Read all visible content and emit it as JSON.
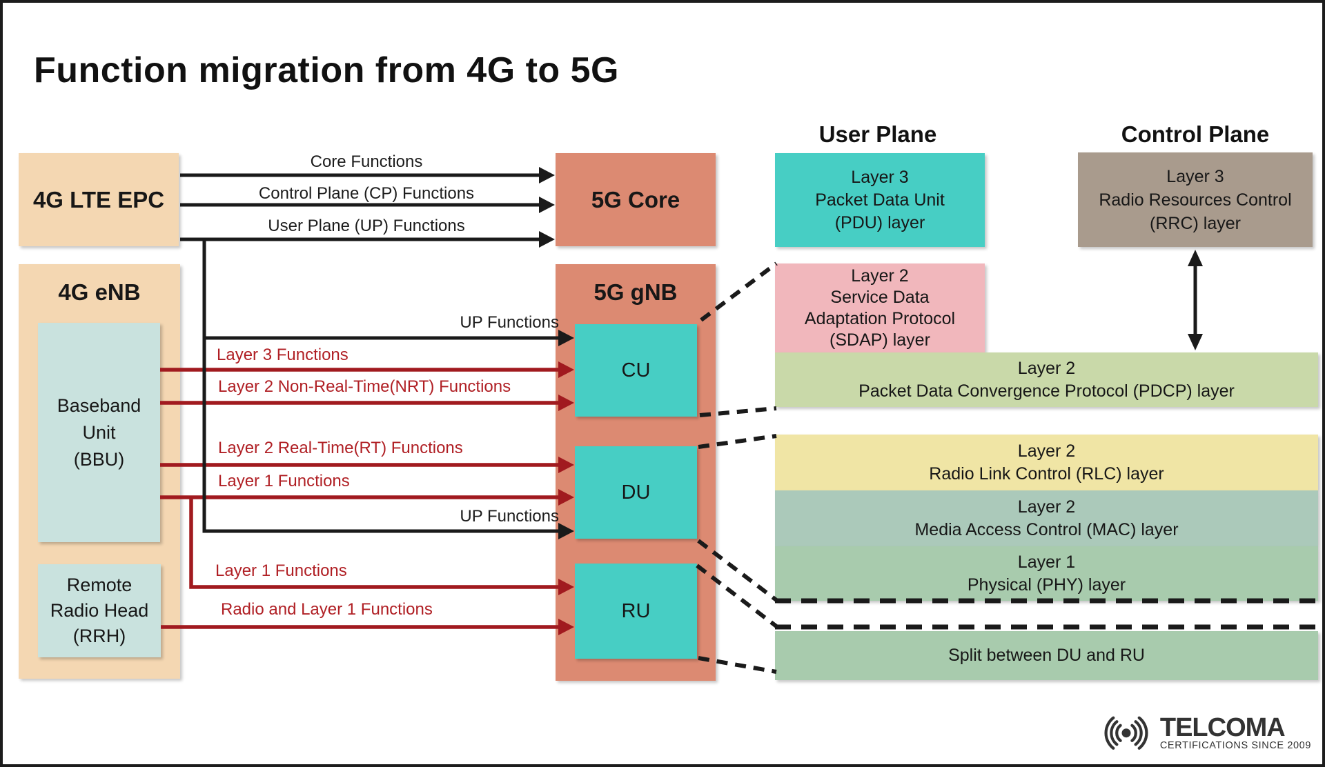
{
  "title": "Function migration from 4G to 5G",
  "colors": {
    "peach": "#f4d7b2",
    "salmon": "#dc8a72",
    "teal": "#47cec4",
    "cyanbox": "#c9e2de",
    "pink": "#f1b7bc",
    "pdcp": "#c9d9a9",
    "rlc": "#f0e5a5",
    "mac": "#abc9ba",
    "phy": "#a8cbad",
    "taupe": "#a99b8d",
    "ink": "#1a1a1a",
    "redline": "#a11a1f",
    "redtext": "#b01f24"
  },
  "left_column": {
    "epc_label": "4G LTE EPC",
    "enb_label": "4G eNB",
    "bbu": {
      "lines": [
        "Baseband",
        "Unit",
        "(BBU)"
      ]
    },
    "rrh": {
      "lines": [
        "Remote",
        "Radio Head",
        "(RRH)"
      ]
    }
  },
  "mid_column": {
    "core_label": "5G Core",
    "gnb_label": "5G gNB",
    "cu_label": "CU",
    "du_label": "DU",
    "ru_label": "RU"
  },
  "arrow_labels": {
    "core_functions": "Core Functions",
    "cp_functions": "Control Plane (CP) Functions",
    "up_functions": "User Plane (UP) Functions",
    "up_functions_cu": "UP Functions",
    "up_functions_du": "UP Functions",
    "layer3_functions": "Layer 3 Functions",
    "layer2_nrt_functions": "Layer 2 Non-Real-Time(NRT) Functions",
    "layer2_rt_functions": "Layer 2 Real-Time(RT) Functions",
    "layer1_functions_du": "Layer 1 Functions",
    "layer1_functions_ru": "Layer 1 Functions",
    "radio_layer1_functions": "Radio and Layer 1 Functions"
  },
  "user_plane": {
    "header": "User Plane",
    "pdu": {
      "lines": [
        "Layer 3",
        "Packet Data Unit",
        "(PDU) layer"
      ]
    },
    "sdap": {
      "lines": [
        "Layer 2",
        "Service Data",
        "Adaptation Protocol",
        "(SDAP) layer"
      ]
    },
    "pdcp": {
      "lines": [
        "Layer 2",
        "Packet Data Convergence Protocol (PDCP) layer"
      ]
    },
    "rlc": {
      "lines": [
        "Layer 2",
        "Radio Link Control (RLC) layer"
      ]
    },
    "mac": {
      "lines": [
        "Layer 2",
        "Media Access Control (MAC) layer"
      ]
    },
    "phy": {
      "lines": [
        "Layer 1",
        "Physical (PHY) layer"
      ]
    },
    "split_label": "Split between DU and RU"
  },
  "control_plane": {
    "header": "Control Plane",
    "rrc": {
      "lines": [
        "Layer 3",
        "Radio Resources Control",
        "(RRC) layer"
      ]
    }
  },
  "logo": {
    "name": "TELCOMA",
    "tagline": "CERTIFICATIONS SINCE 2009"
  }
}
